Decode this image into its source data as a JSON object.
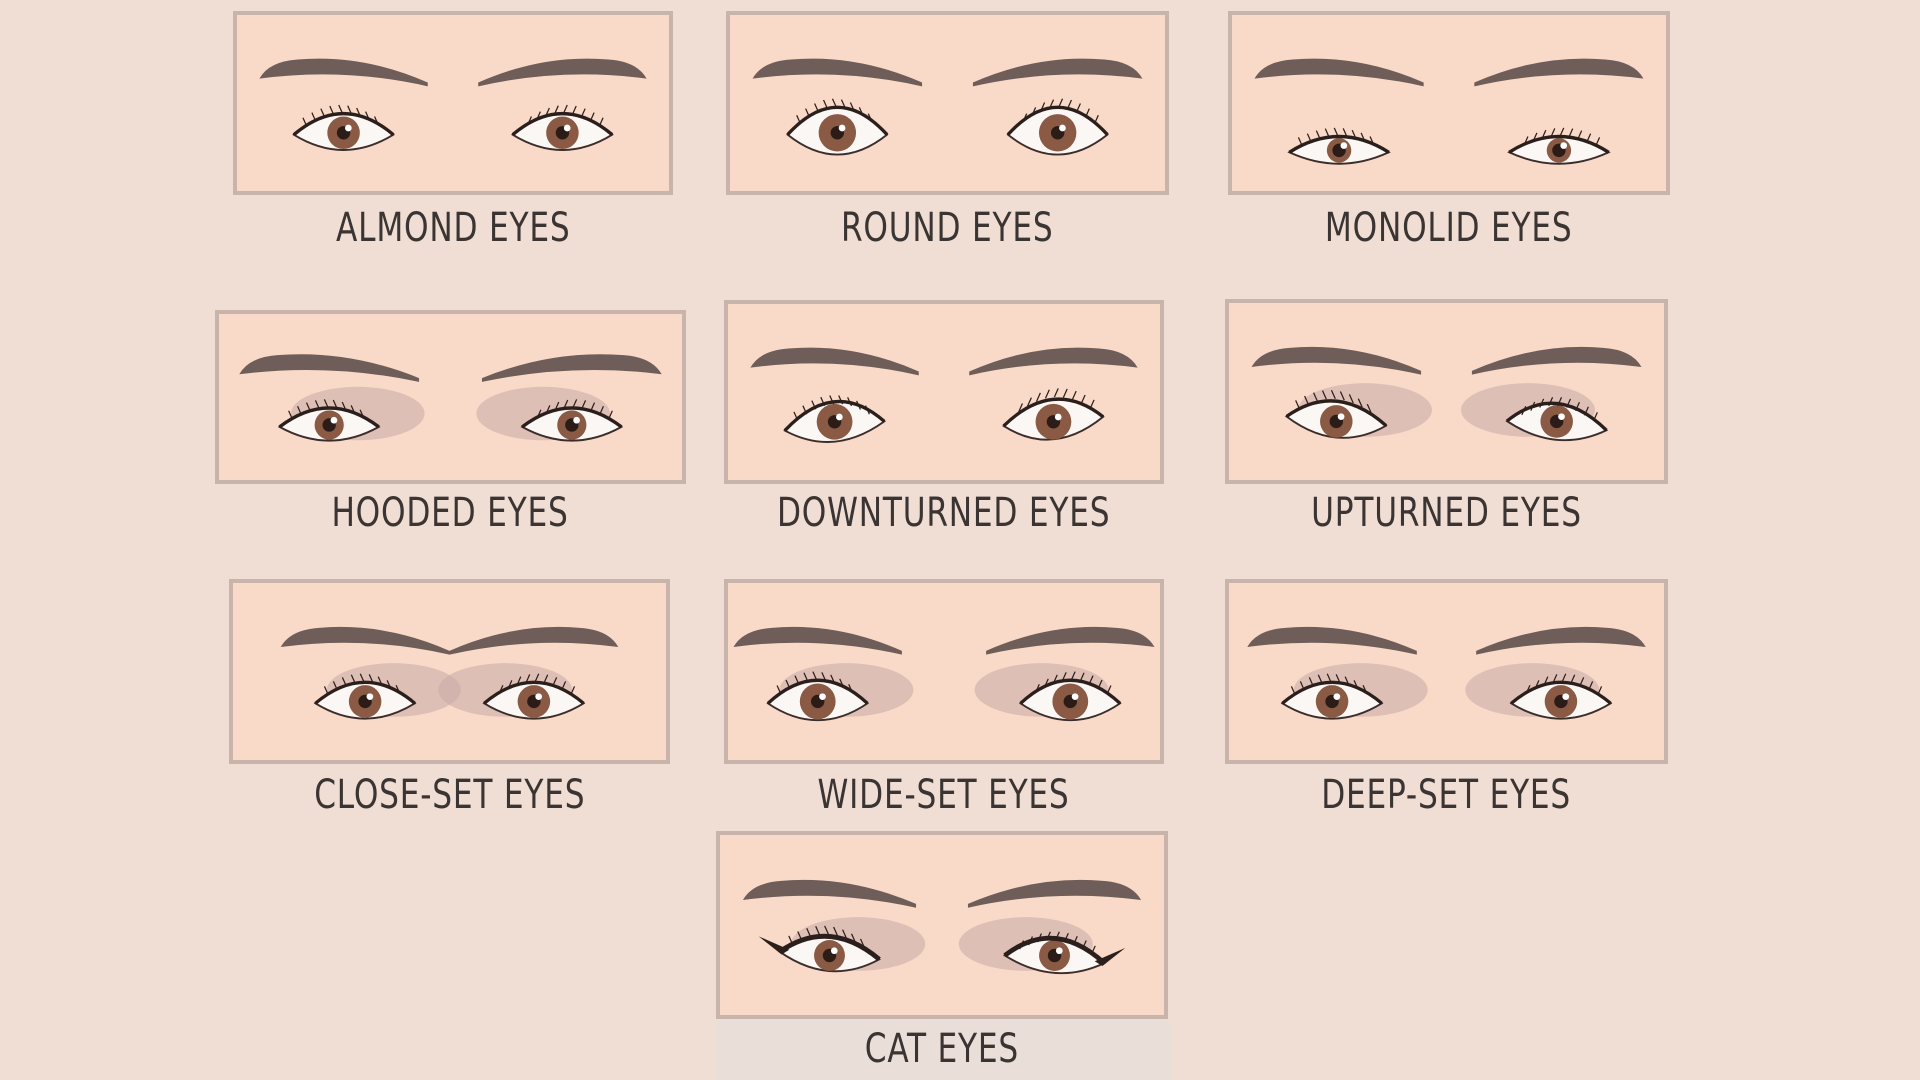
{
  "eye_types": [
    {
      "id": "almond",
      "label": "ALMOND EYES"
    },
    {
      "id": "round",
      "label": "ROUND EYES"
    },
    {
      "id": "monolid",
      "label": "MONOLID EYES"
    },
    {
      "id": "hooded",
      "label": "HOODED EYES"
    },
    {
      "id": "downturned",
      "label": "DOWNTURNED EYES"
    },
    {
      "id": "upturned",
      "label": "UPTURNED EYES"
    },
    {
      "id": "close-set",
      "label": "CLOSE-SET EYES"
    },
    {
      "id": "wide-set",
      "label": "WIDE-SET EYES"
    },
    {
      "id": "deep-set",
      "label": "DEEP-SET EYES"
    },
    {
      "id": "cat",
      "label": "CAT EYES"
    }
  ],
  "colors": {
    "background": "#f0ddd4",
    "card": "#f9d9c7",
    "border": "#c8b4aa",
    "brow": "#5e4f4b",
    "iris": "#8a5a44",
    "shadow": "#c9aaa6",
    "text": "#3a3433"
  }
}
